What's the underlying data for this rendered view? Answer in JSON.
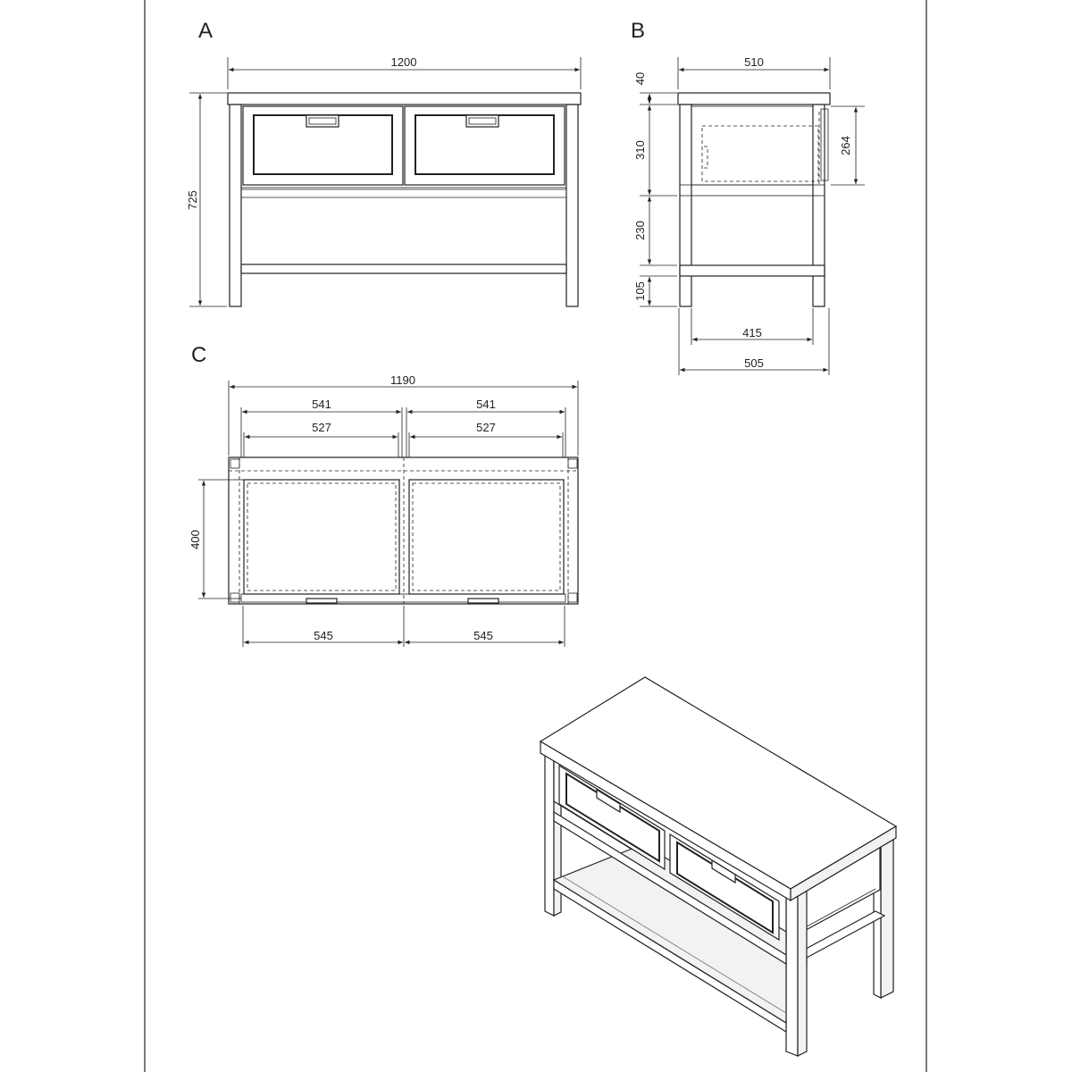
{
  "views": {
    "a": {
      "label": "A",
      "width": "1200",
      "height": "725"
    },
    "b": {
      "label": "B",
      "depth_top": "510",
      "top_thickness": "40",
      "drawer_zone": "310",
      "drawer_height": "264",
      "open_zone": "230",
      "leg_gap": "105",
      "shelf_depth": "415",
      "depth_bottom": "505"
    },
    "c": {
      "label": "C",
      "width": "1190",
      "drawer_outer_left": "541",
      "drawer_outer_right": "541",
      "drawer_inner_left": "527",
      "drawer_inner_right": "527",
      "drawer_depth": "400",
      "front_left": "545",
      "front_right": "545"
    }
  }
}
